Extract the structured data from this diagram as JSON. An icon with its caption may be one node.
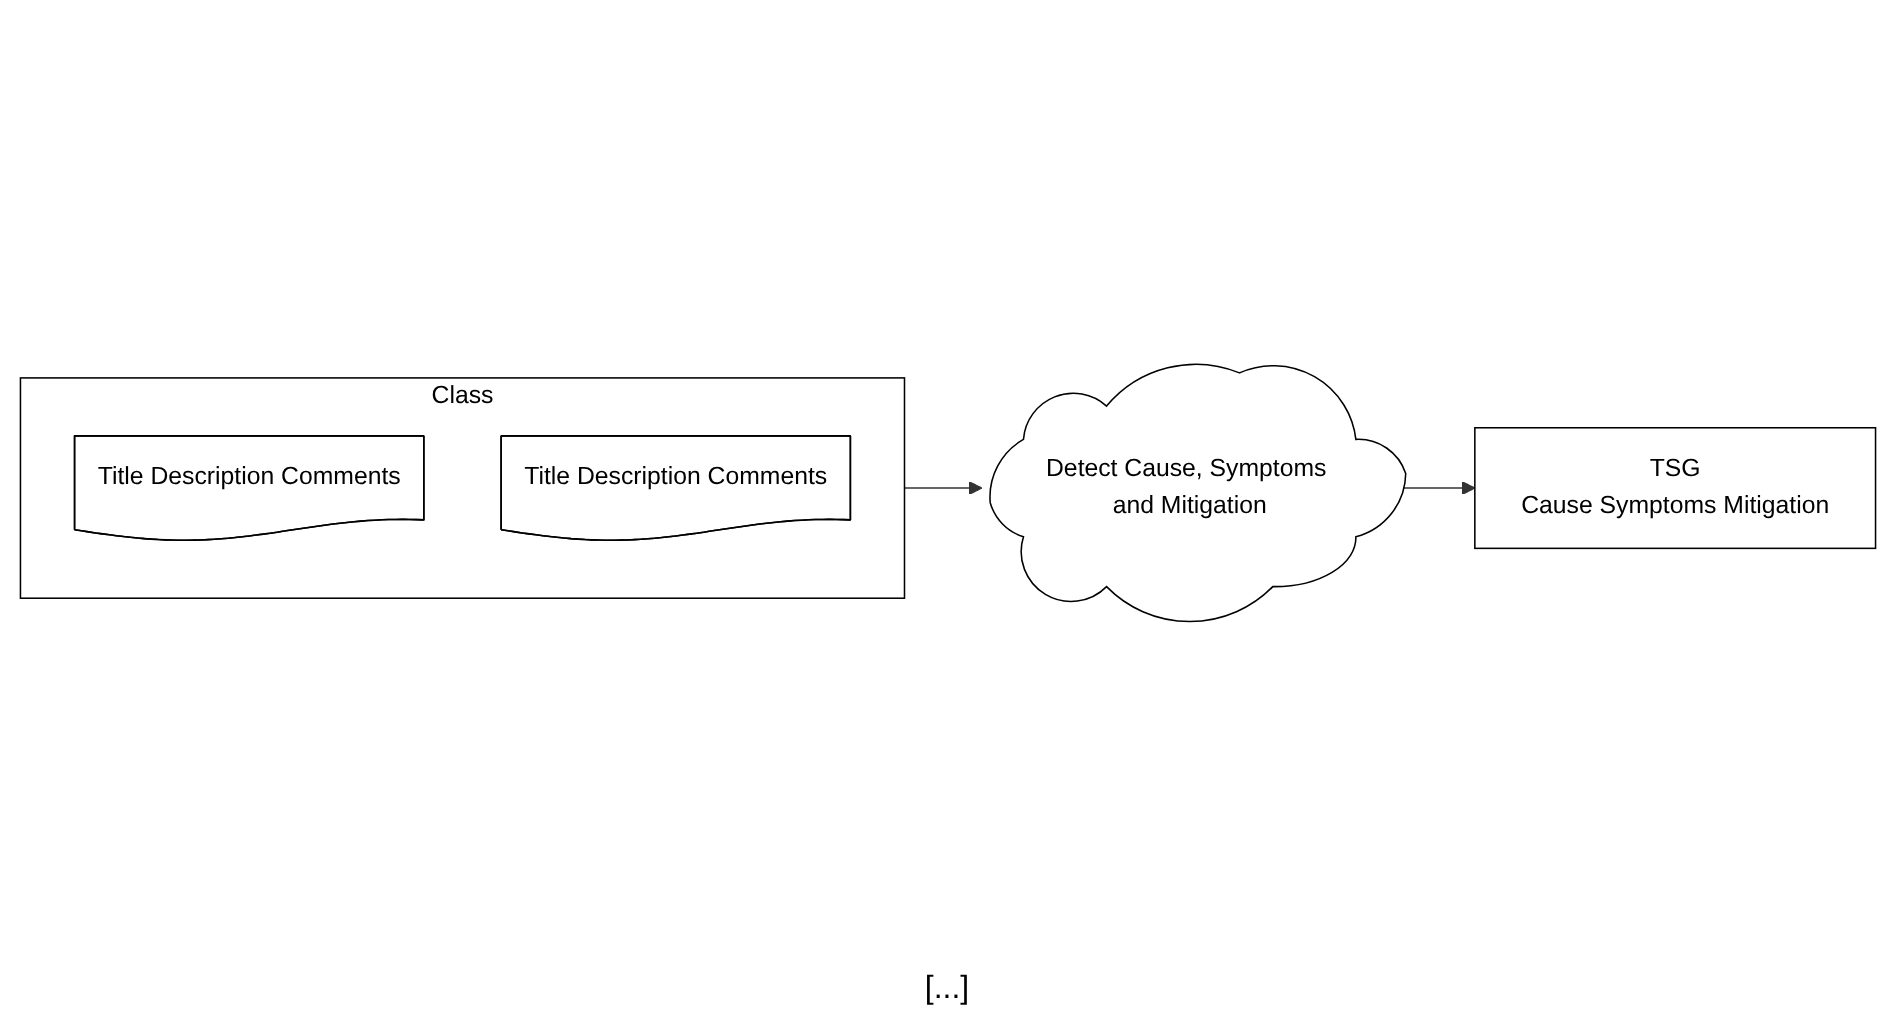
{
  "diagram": {
    "nodes": [
      {
        "text": [
          "Class"
        ]
      },
      {
        "text": [
          "Title Description Comments"
        ],
        "in": 0
      },
      {
        "text": [
          "Title Description Comments"
        ],
        "in": 0
      },
      {
        "text": [
          "Detect Cause, Symptoms and Mitigation"
        ]
      },
      {
        "text": [
          "TSG",
          "Cause Symptoms Mitigation"
        ]
      }
    ],
    "edges": [
      {
        "from": 0,
        "to": 3,
        "arrow": "to"
      },
      {
        "from": 3,
        "to": 4,
        "arrow": "to"
      }
    ],
    "labels": [
      "[...]"
    ]
  }
}
